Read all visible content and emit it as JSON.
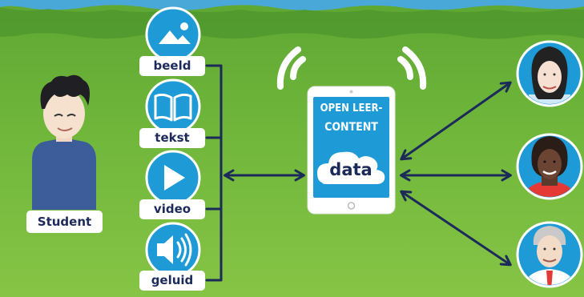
{
  "diagram": {
    "student": {
      "label": "Student"
    },
    "media": [
      {
        "label": "beeld",
        "icon": "image-icon"
      },
      {
        "label": "tekst",
        "icon": "book-icon"
      },
      {
        "label": "video",
        "icon": "play-icon"
      },
      {
        "label": "geluid",
        "icon": "speaker-icon"
      }
    ],
    "tablet": {
      "title_line1": "OPEN LEER-",
      "title_line2": "CONTENT",
      "cloud_label": "data"
    },
    "people": [
      {
        "icon": "woman-avatar-icon"
      },
      {
        "icon": "woman-avatar-2-icon"
      },
      {
        "icon": "man-avatar-icon"
      }
    ],
    "colors": {
      "sky": "#4aa8d8",
      "grass": "#6fb43a",
      "navy": "#1c2a5a",
      "accent_blue": "#1e9bd7",
      "white": "#ffffff"
    }
  }
}
